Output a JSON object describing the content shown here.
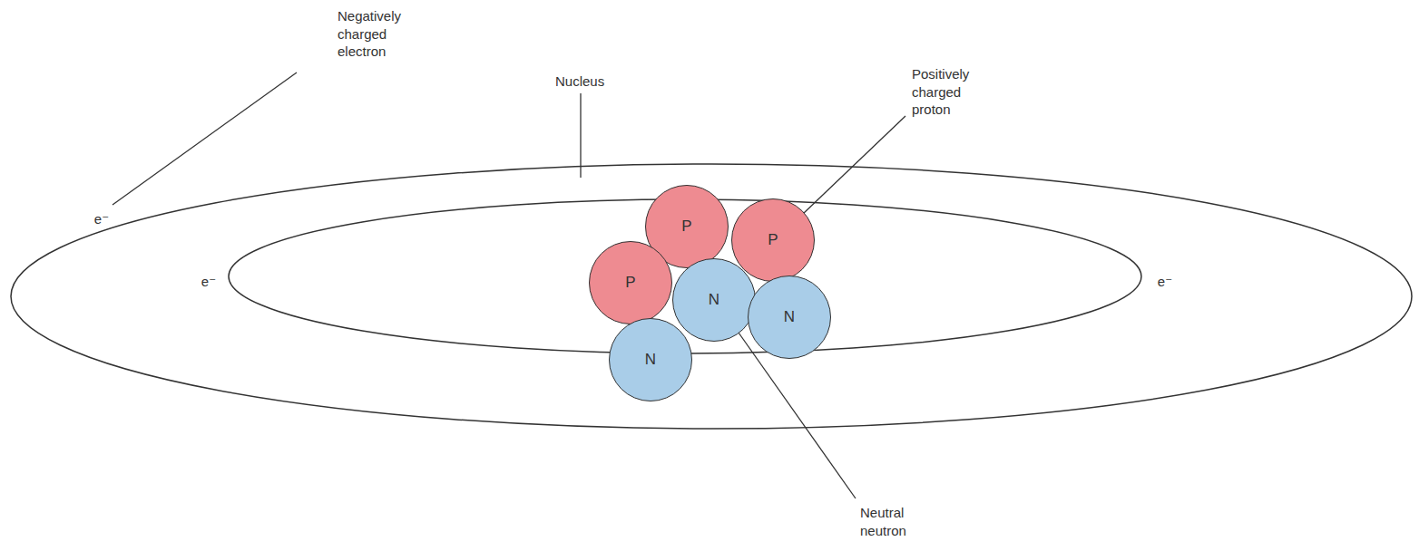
{
  "diagram": {
    "nodes": [
      {
        "text": [
          "P"
        ]
      },
      {
        "text": [
          "P"
        ]
      },
      {
        "text": [
          "P"
        ]
      },
      {
        "text": [
          "N"
        ]
      },
      {
        "text": [
          "N"
        ]
      },
      {
        "text": [
          "N"
        ]
      }
    ],
    "labels": [
      "Negatively charged electron",
      "Nucleus",
      "Positively charged proton",
      "e⁻",
      "e⁻",
      "e⁻",
      "Neutral neutron"
    ]
  }
}
